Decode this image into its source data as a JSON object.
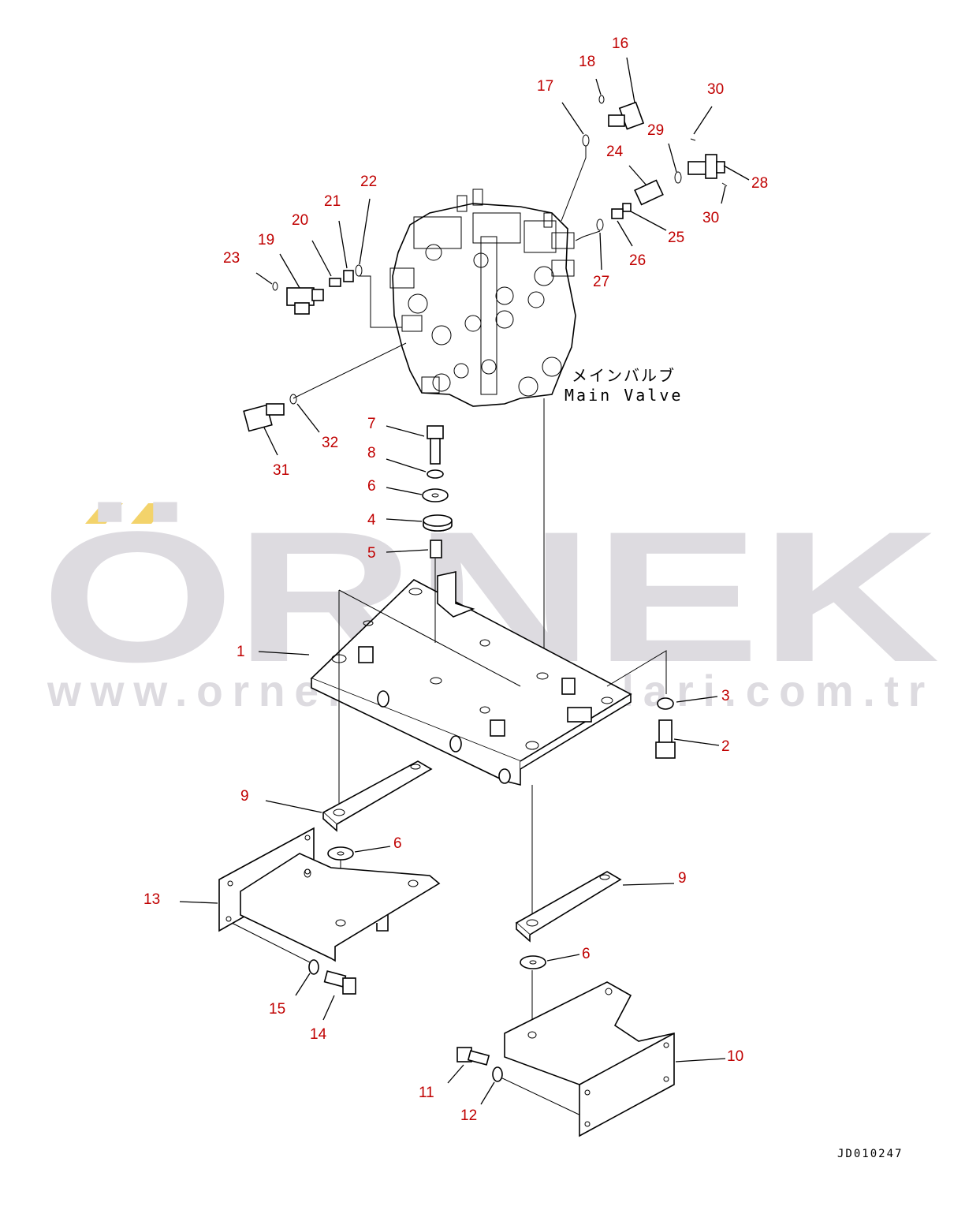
{
  "watermark": {
    "brand": "ÖRNEK",
    "url": "www.ornekismakinalari.com.tr",
    "accent_color": "#f3d36b",
    "text_color": "#dddbe0"
  },
  "label": {
    "main_valve_jp": "メインバルブ",
    "main_valve_en": "Main Valve"
  },
  "drawing_code": "JD010247",
  "callout_color": "#c00000",
  "callouts": [
    "1",
    "2",
    "3",
    "4",
    "5",
    "6",
    "6",
    "6",
    "7",
    "8",
    "9",
    "9",
    "10",
    "11",
    "12",
    "13",
    "14",
    "15",
    "16",
    "17",
    "18",
    "19",
    "20",
    "21",
    "22",
    "23",
    "24",
    "25",
    "26",
    "27",
    "28",
    "29",
    "30",
    "30",
    "31",
    "32"
  ]
}
